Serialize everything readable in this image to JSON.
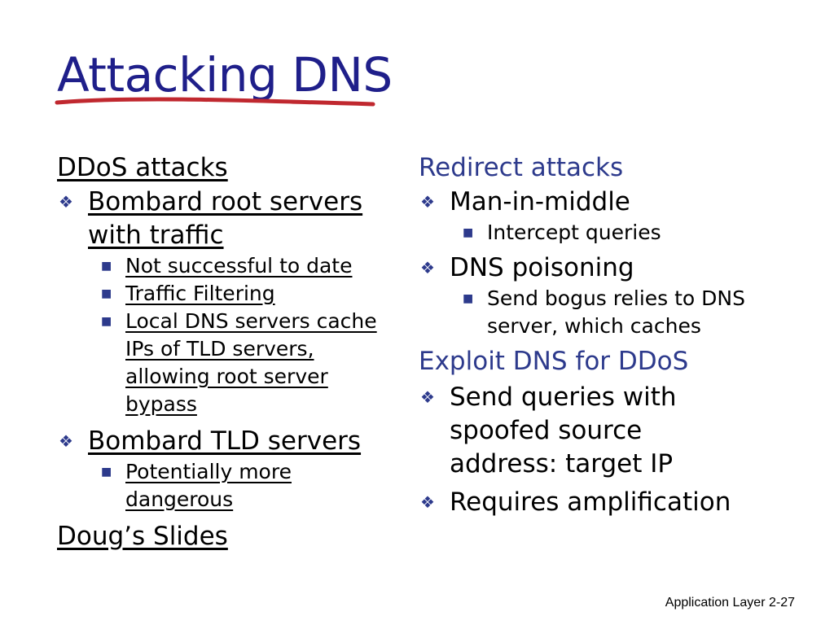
{
  "slide": {
    "title": "Attacking DNS",
    "footer": "Application Layer 2-27",
    "accent_title": "#1f1f8a",
    "accent_bullets": "#2d3a8c",
    "underline_color": "#c0282f"
  },
  "left": {
    "heading": "DDoS attacks",
    "item1": {
      "text": "Bombard root servers with traffic",
      "sub1": "Not successful to date",
      "sub2": "Traffic Filtering",
      "sub3": "Local DNS servers cache IPs of TLD servers, allowing root server bypass"
    },
    "item2": {
      "text": "Bombard TLD servers",
      "sub1": "Potentially more dangerous"
    },
    "link": "Doug’s Slides"
  },
  "right": {
    "heading1": "Redirect attacks",
    "item1": {
      "text": "Man-in-middle",
      "sub1": "Intercept queries"
    },
    "item2": {
      "text": "DNS poisoning",
      "sub1": "Send bogus relies to DNS server, which caches"
    },
    "heading2": "Exploit DNS for DDoS",
    "item3": {
      "text": "Send queries with spoofed source address: target IP"
    },
    "item4": {
      "text": "Requires amplification"
    }
  }
}
